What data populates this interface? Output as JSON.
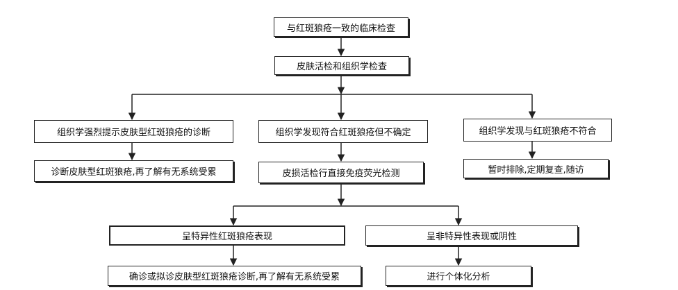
{
  "nodes": {
    "n1": "与红斑狼疮一致的临床检查",
    "n2": "皮肤活检和组织学检查",
    "n3": "组织学强烈提示皮肤型红斑狼疮的诊断",
    "n4": "组织学发现符合红斑狼疮但不确定",
    "n5": "组织学发现与红斑狼疮不符合",
    "n6": "诊断皮肤型红斑狼疮,再了解有无系统受累",
    "n7": "皮损活检行直接免疫荧光检测",
    "n8": "暂时排除,定期复查,随访",
    "n9": "呈特异性红斑狼疮表现",
    "n10": "呈非特异性表现或阴性",
    "n11": "确诊或拟诊皮肤型红斑狼疮诊断,再了解有无系统受累",
    "n12": "进行个体化分析"
  },
  "colors": {
    "stroke": "#222222",
    "background": "#ffffff"
  }
}
